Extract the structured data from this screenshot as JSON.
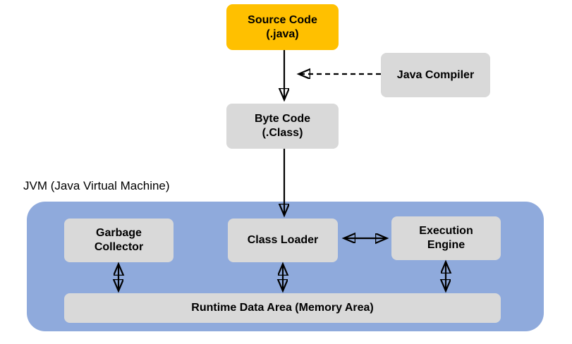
{
  "diagram": {
    "title_caption": "JVM (Java Virtual Machine)",
    "colors": {
      "amber": "#ffc000",
      "gray": "#d9d9d9",
      "panel_blue": "#8faadc",
      "stroke": "#000000",
      "background": "#ffffff"
    }
  },
  "nodes": {
    "source_code": {
      "label": "Source Code\n(.java)",
      "line1": "Source Code",
      "line2": "(.java)"
    },
    "java_compiler": {
      "label": "Java Compiler"
    },
    "byte_code": {
      "label": "Byte Code\n(.Class)",
      "line1": "Byte Code",
      "line2": "(.Class)"
    },
    "garbage_collector": {
      "label": "Garbage\nCollector",
      "line1": "Garbage",
      "line2": "Collector"
    },
    "class_loader": {
      "label": "Class Loader"
    },
    "execution_engine": {
      "label": "Execution\nEngine",
      "line1": "Execution",
      "line2": "Engine"
    },
    "runtime_data_area": {
      "label": "Runtime Data Area (Memory Area)"
    }
  },
  "edges": [
    {
      "name": "source-to-bytecode",
      "from": "source_code",
      "to": "byte_code",
      "style": "solid",
      "arrowheads": "end"
    },
    {
      "name": "compiler-to-pipeline",
      "from": "java_compiler",
      "to": "source-to-bytecode",
      "style": "dashed",
      "arrowheads": "end"
    },
    {
      "name": "bytecode-to-classloader",
      "from": "byte_code",
      "to": "class_loader",
      "style": "solid",
      "arrowheads": "end"
    },
    {
      "name": "classloader-to-executionengine",
      "from": "class_loader",
      "to": "execution_engine",
      "style": "solid",
      "arrowheads": "both"
    },
    {
      "name": "garbagecollector-to-runtime",
      "from": "garbage_collector",
      "to": "runtime_data_area",
      "style": "solid",
      "arrowheads": "both"
    },
    {
      "name": "classloader-to-runtime",
      "from": "class_loader",
      "to": "runtime_data_area",
      "style": "solid",
      "arrowheads": "both"
    },
    {
      "name": "executionengine-to-runtime",
      "from": "execution_engine",
      "to": "runtime_data_area",
      "style": "solid",
      "arrowheads": "both"
    }
  ]
}
